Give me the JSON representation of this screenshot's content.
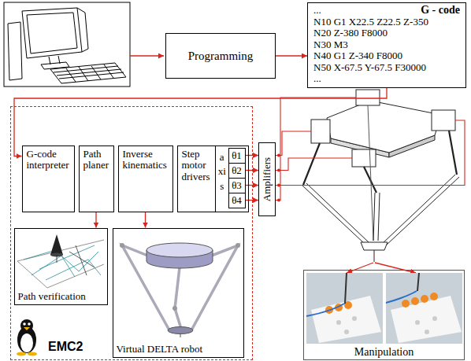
{
  "diagram": {
    "nodes": [
      {
        "text": [
          "Programming"
        ]
      },
      {
        "text": [
          "G - code",
          "...",
          "N10 G1 X22.5 Z22.5 Z-350",
          "N20 Z-380 F8000",
          "N30 M3",
          "N40 G1 Z-340 F8000",
          "N50 X-67.5 Y-67.5 F30000",
          "..."
        ]
      },
      {
        "text": [
          "EMC2"
        ]
      },
      {
        "text": [
          "G-code interpreter"
        ],
        "in": 2
      },
      {
        "text": [
          "Path planer"
        ],
        "in": 2
      },
      {
        "text": [
          "Inverse kinematics"
        ],
        "in": 2
      },
      {
        "text": [
          "Step motor drivers"
        ],
        "in": 2
      },
      {
        "text": [
          "axis"
        ],
        "in": 2
      },
      {
        "text": [
          "θ1"
        ],
        "in": 7
      },
      {
        "text": [
          "θ2"
        ],
        "in": 7
      },
      {
        "text": [
          "θ3"
        ],
        "in": 7
      },
      {
        "text": [
          "θ4"
        ],
        "in": 7
      },
      {
        "text": [
          "Amplifiers"
        ]
      },
      {
        "text": [
          "Path verification"
        ],
        "in": 2
      },
      {
        "text": [
          "Virtual DELTA robot"
        ],
        "in": 2
      },
      {
        "text": [
          "Manipulation"
        ]
      }
    ],
    "edges": [
      {
        "from": 0,
        "to": 1,
        "arrow": "to"
      },
      {
        "from": 1,
        "to": 3,
        "arrow": "to"
      },
      {
        "from": 8,
        "to": 12,
        "arrow": "to"
      },
      {
        "from": 9,
        "to": 12,
        "arrow": "to"
      },
      {
        "from": 10,
        "to": 12,
        "arrow": "to"
      },
      {
        "from": 11,
        "to": 12,
        "arrow": "to"
      },
      {
        "from": 4,
        "to": 13,
        "arrow": "to"
      },
      {
        "from": 5,
        "to": 14,
        "arrow": "to"
      }
    ]
  }
}
